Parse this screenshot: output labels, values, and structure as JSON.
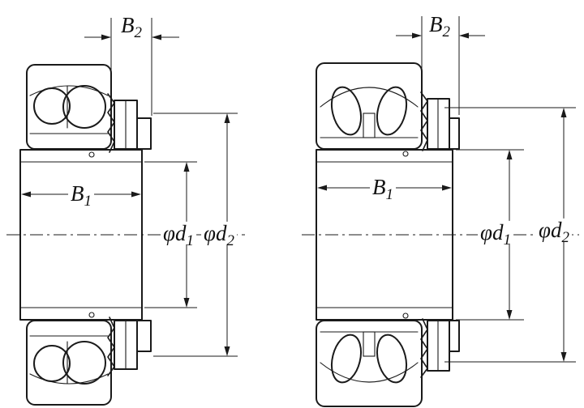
{
  "diagram": {
    "background": "#ffffff",
    "line_color": "#1a1a1a",
    "views": {
      "left": {
        "dims": {
          "b2": {
            "base": "B",
            "sub": "2"
          },
          "b1": {
            "base": "B",
            "sub": "1"
          },
          "d1": {
            "base": "φd",
            "sub": "1"
          },
          "d2": {
            "base": "φd",
            "sub": "2"
          }
        }
      },
      "right": {
        "dims": {
          "b2": {
            "base": "B",
            "sub": "2"
          },
          "b1": {
            "base": "B",
            "sub": "1"
          },
          "d1": {
            "base": "φd",
            "sub": "1"
          },
          "d2": {
            "base": "φd",
            "sub": "2"
          }
        }
      }
    }
  }
}
